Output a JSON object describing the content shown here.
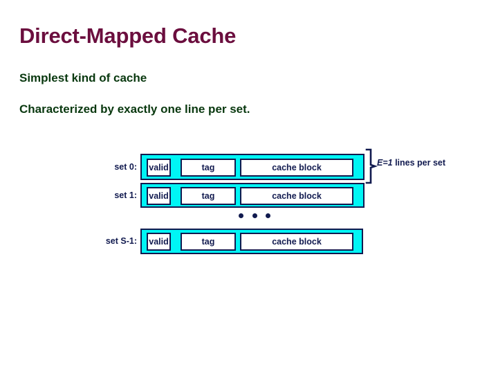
{
  "slide": {
    "title": "Direct-Mapped Cache",
    "bullets": [
      "Simplest kind of cache",
      "Characterized by exactly one line per set."
    ],
    "colors": {
      "title": "#6b0e3e",
      "bullet": "#09380f",
      "line_fill": "#00f5f5",
      "outline": "#111a4f",
      "cell_fill": "#ffffff",
      "background": "#ffffff"
    }
  },
  "diagram": {
    "rows": [
      {
        "label": "set 0:",
        "cells": [
          {
            "name": "valid",
            "text": "valid"
          },
          {
            "name": "tag",
            "text": "tag"
          },
          {
            "name": "cache-block",
            "text": "cache block"
          }
        ]
      },
      {
        "label": "set 1:",
        "cells": [
          {
            "name": "valid",
            "text": "valid"
          },
          {
            "name": "tag",
            "text": "tag"
          },
          {
            "name": "cache-block",
            "text": "cache block"
          }
        ]
      },
      {
        "label": "set S-1:",
        "cells": [
          {
            "name": "valid",
            "text": "valid"
          },
          {
            "name": "tag",
            "text": "tag"
          },
          {
            "name": "cache-block",
            "text": "cache block"
          }
        ]
      }
    ],
    "ellipsis": "• • •",
    "annotation": {
      "emphasis": "E=1",
      "rest": " lines per set"
    }
  }
}
